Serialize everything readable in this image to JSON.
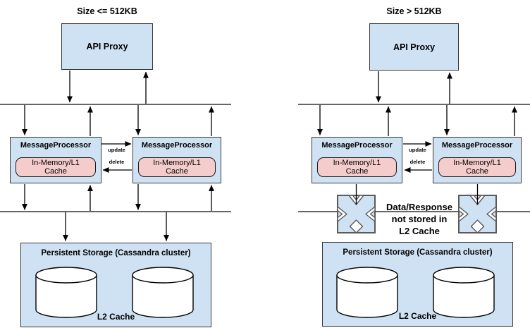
{
  "colors": {
    "node_fill": "#cfe2f3",
    "node_border": "#383838",
    "cache_fill": "#f4cccc",
    "cache_border": "#1a1a1a",
    "bus_line": "#666666",
    "arrow": "#000000",
    "blocked_border": "#5a5a5a",
    "text": "#000000",
    "background": "#ffffff"
  },
  "diagrams": [
    {
      "title": "Size <= 512KB",
      "api_proxy": {
        "label": "API Proxy"
      },
      "processors": [
        {
          "label": "MessageProcessor",
          "cache_label": "In-Memory/L1 Cache"
        },
        {
          "label": "MessageProcessor",
          "cache_label": "In-Memory/L1 Cache"
        }
      ],
      "arrow_labels": {
        "update": "update",
        "delete": "delete"
      },
      "storage": {
        "label": "Persistent Storage (Cassandra cluster)",
        "cache_label": "L2 Cache"
      }
    },
    {
      "title": "Size > 512KB",
      "api_proxy": {
        "label": "API Proxy"
      },
      "processors": [
        {
          "label": "MessageProcessor",
          "cache_label": "In-Memory/L1 Cache"
        },
        {
          "label": "MessageProcessor",
          "cache_label": "In-Memory/L1 Cache"
        }
      ],
      "arrow_labels": {
        "update": "update",
        "delete": "delete"
      },
      "blocked_note_lines": [
        "Data/Response",
        "not stored in",
        "L2 Cache"
      ],
      "storage": {
        "label": "Persistent Storage (Cassandra cluster)",
        "cache_label": "L2 Cache"
      }
    }
  ]
}
